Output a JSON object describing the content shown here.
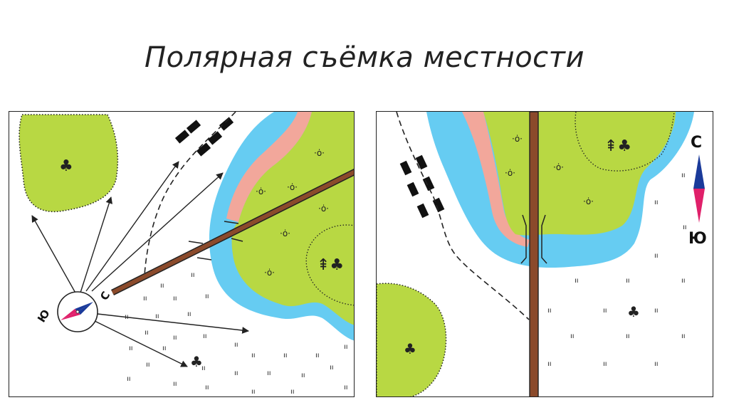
{
  "title": "Полярная съёмка местности",
  "left_panel": {
    "compass": {
      "north_label": "С",
      "south_label": "Ю"
    }
  },
  "right_panel": {
    "compass": {
      "north_label": "С",
      "south_label": "Ю"
    }
  },
  "colors": {
    "forest": "#b8d843",
    "water": "#66ccf2",
    "sand": "#f2a79b",
    "road": "#8b4a2b",
    "needle_north": "#1a3a9a",
    "needle_south": "#e0206a"
  }
}
